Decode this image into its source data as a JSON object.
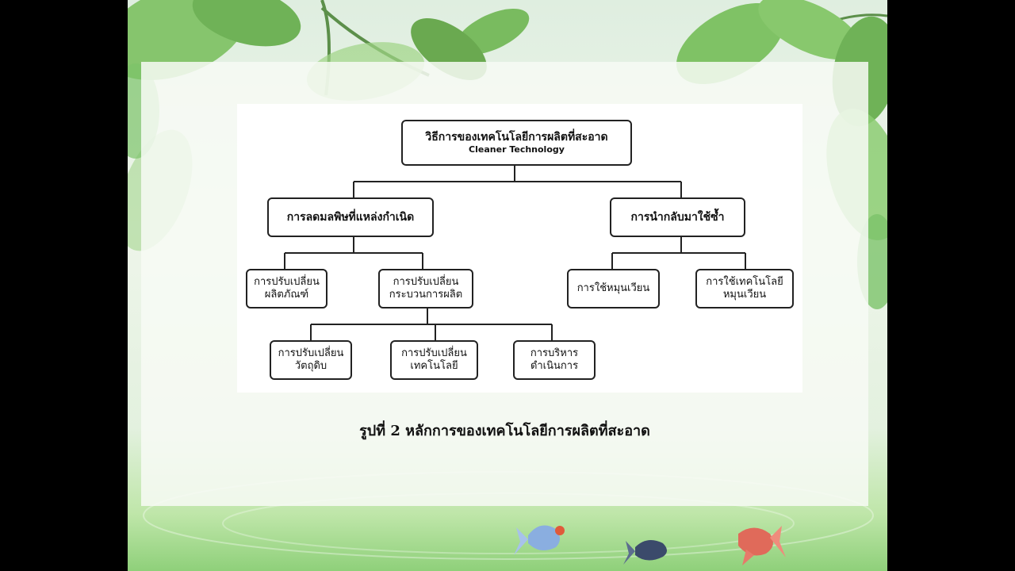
{
  "diagram": {
    "root": {
      "title": "วิธีการของเทคโนโลยีการผลิตที่สะอาด",
      "subtitle": "Cleaner Technology"
    },
    "source_reduction": {
      "label": "การลดมลพิษที่แหล่งกำเนิด",
      "product_change": [
        "การปรับเปลี่ยน",
        "ผลิตภัณฑ์"
      ],
      "process_change": [
        "การปรับเปลี่ยน",
        "กระบวนการผลิต"
      ],
      "raw_material_change": [
        "การปรับเปลี่ยน",
        "วัตถุดิบ"
      ],
      "technology_change": [
        "การปรับเปลี่ยน",
        "เทคโนโลยี"
      ],
      "operation_management": [
        "การบริหาร",
        "ดำเนินการ"
      ]
    },
    "reuse": {
      "label": "การนำกลับมาใช้ซ้ำ",
      "recycling": "การใช้หมุนเวียน",
      "recycling_technology": [
        "การใช้เทคโนโลยี",
        "หมุนเวียน"
      ]
    }
  },
  "caption": "รูปที่ 2 หลักการของเทคโนโลยีการผลิตที่สะอาด",
  "colors": {
    "leaf": "#7cc36a",
    "leaf_dark": "#4f9e45",
    "panel": "#f7faf5",
    "line": "#222222"
  }
}
